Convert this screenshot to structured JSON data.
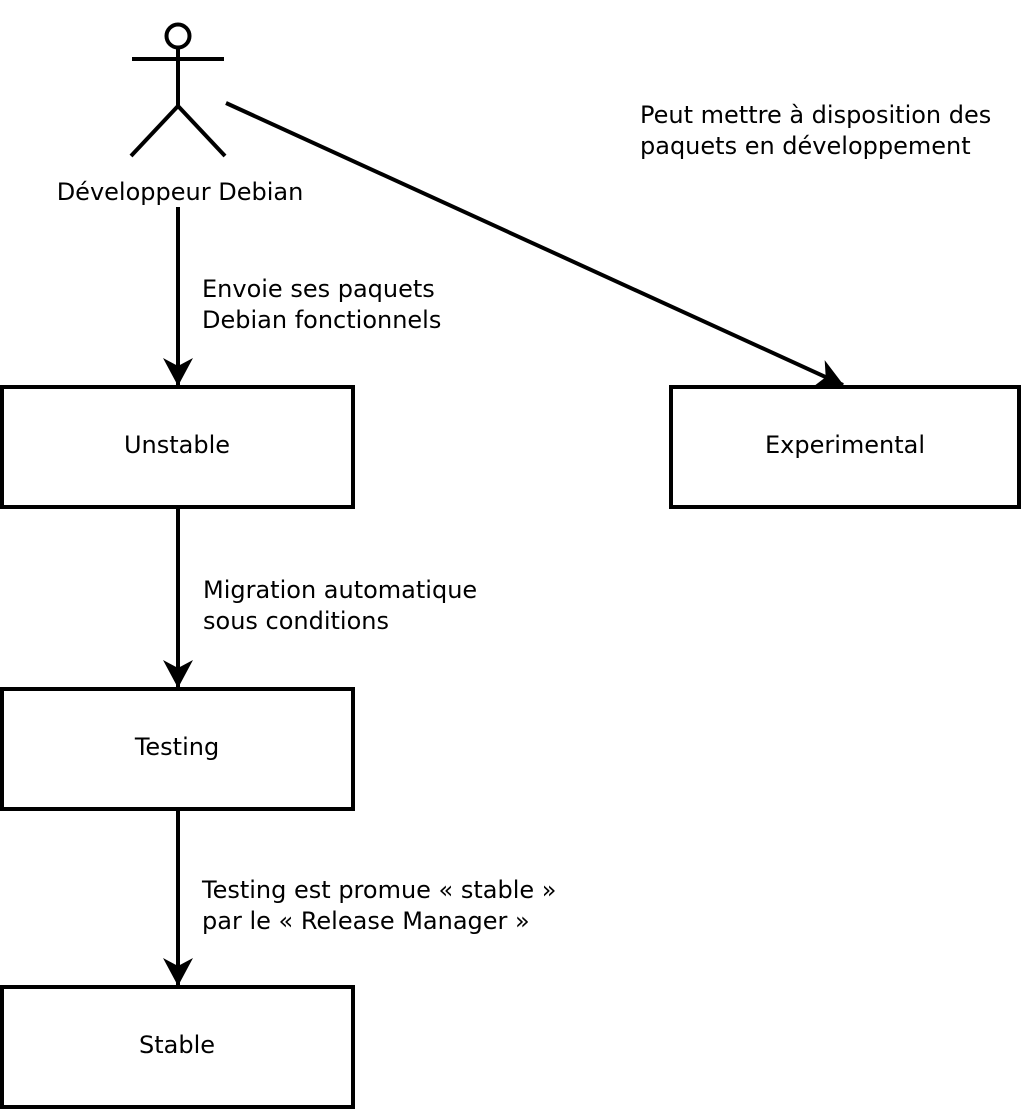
{
  "diagram": {
    "colors": {
      "background": "#ffffff",
      "stroke": "#000000",
      "text": "#000000"
    },
    "actor": {
      "label": "Développeur Debian"
    },
    "boxes": {
      "unstable": {
        "label": "Unstable"
      },
      "experimental": {
        "label": "Experimental"
      },
      "testing": {
        "label": "Testing"
      },
      "stable": {
        "label": "Stable"
      }
    },
    "annotations": {
      "experimental_note": {
        "line1": "Peut mettre à disposition des",
        "line2": "paquets en développement"
      },
      "upload_note": {
        "line1": "Envoie ses paquets",
        "line2": "Debian fonctionnels"
      },
      "migration_note": {
        "line1": "Migration automatique",
        "line2": "sous conditions"
      },
      "promotion_note": {
        "line1": "Testing est promue « stable »",
        "line2": "par le « Release Manager »"
      }
    }
  }
}
